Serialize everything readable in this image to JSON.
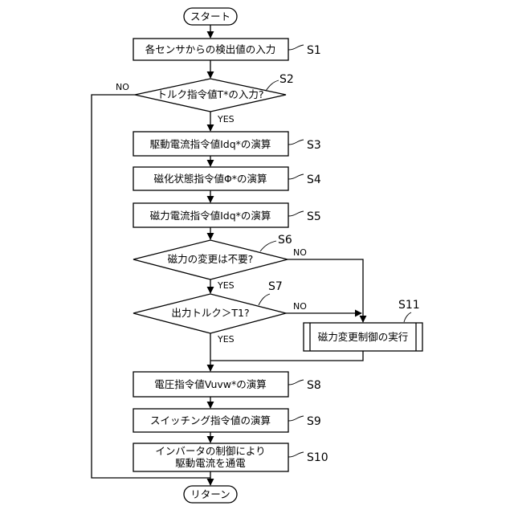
{
  "start": "スタート",
  "end": "リターン",
  "branch": {
    "yes": "YES",
    "no": "NO"
  },
  "steps": {
    "s1": {
      "id": "S1",
      "text": "各センサからの検出値の入力"
    },
    "s2": {
      "id": "S2",
      "text": "トルク指令値T*の入力?"
    },
    "s3": {
      "id": "S3",
      "text": "駆動電流指令値Idq*の演算"
    },
    "s4": {
      "id": "S4",
      "text": "磁化状態指令値Φ*の演算"
    },
    "s5": {
      "id": "S5",
      "text": "磁力電流指令値Idq*の演算"
    },
    "s6": {
      "id": "S6",
      "text": "磁力の変更は不要?"
    },
    "s7": {
      "id": "S7",
      "text": "出力トルク＞T1?"
    },
    "s8": {
      "id": "S8",
      "text": "電圧指令値Vuvw*の演算"
    },
    "s9": {
      "id": "S9",
      "text": "スイッチング指令値の演算"
    },
    "s10": {
      "id": "S10",
      "line1": "インバータの制御により",
      "line2": "駆動電流を通電"
    },
    "s11": {
      "id": "S11",
      "text": "磁力変更制御の実行"
    }
  }
}
